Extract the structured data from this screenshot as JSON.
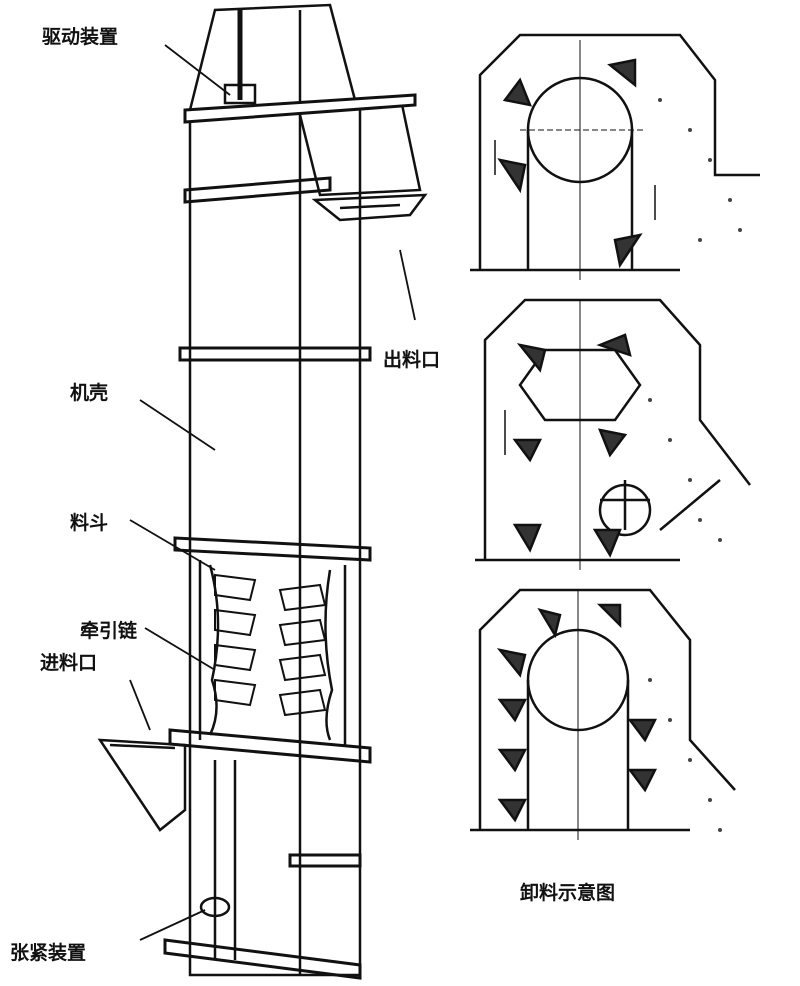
{
  "labels": {
    "drive": "驱动装置",
    "outlet": "出料口",
    "casing": "机壳",
    "bucket": "料斗",
    "chain": "牵引链",
    "inlet": "进料口",
    "tensioner": "张紧装置",
    "discharge_caption": "卸料示意图"
  },
  "colors": {
    "line": "#111111",
    "background": "#ffffff"
  }
}
